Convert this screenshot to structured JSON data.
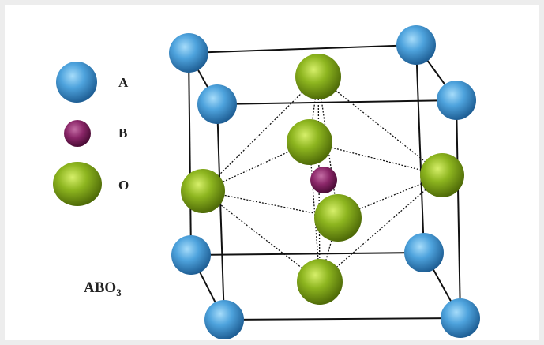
{
  "legend": [
    {
      "label": "A",
      "color": "#3b8fd0"
    },
    {
      "label": "B",
      "color": "#7a1e5c"
    },
    {
      "label": "O",
      "color": "#7fa419"
    }
  ],
  "formula": {
    "main": "ABO",
    "subscript": "3"
  },
  "colors": {
    "background": "#ededed",
    "panel": "#ffffff",
    "edge": "#111111",
    "octahedron": "#111111"
  }
}
